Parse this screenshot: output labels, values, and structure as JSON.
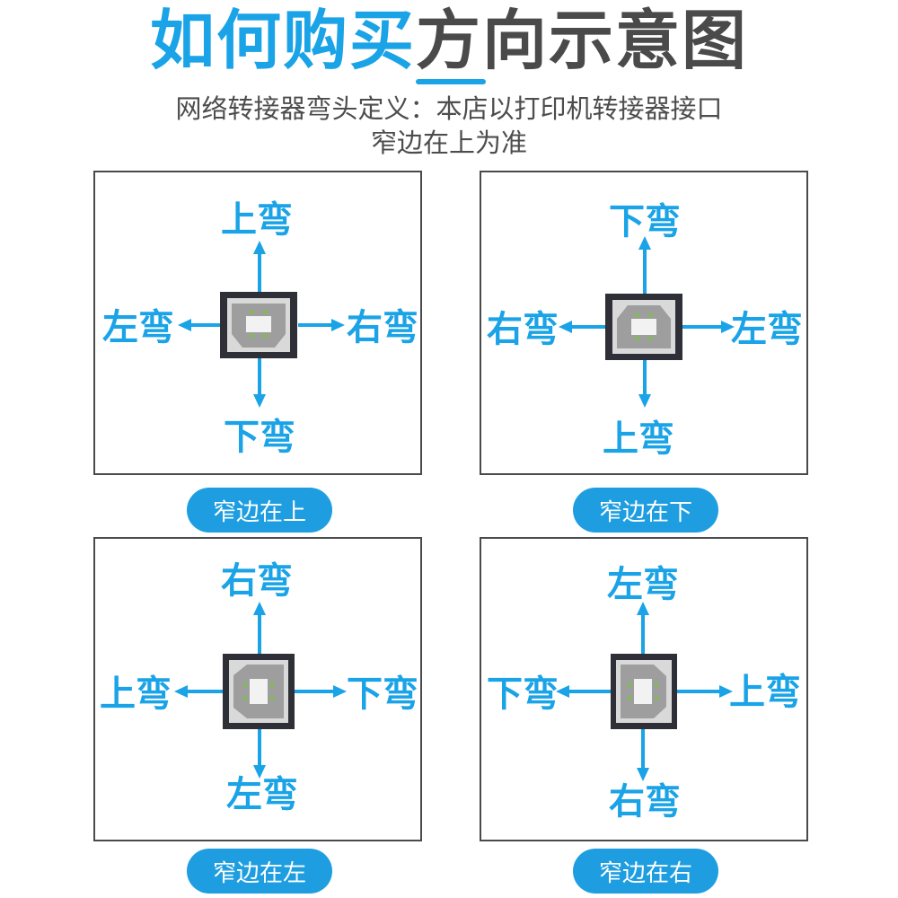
{
  "header": {
    "title_part1": "如何购买",
    "title_part2": "方向示意图",
    "description_line1": "网络转接器弯头定义：本店以打印机转接器接口",
    "description_line2": "窄边在上为准"
  },
  "colors": {
    "accent": "#1aa3e6",
    "title_gray": "#4a4a4a",
    "pill": "#1e9ee0"
  },
  "panels": [
    {
      "top": "上弯",
      "bottom": "下弯",
      "left": "左弯",
      "right": "右弯",
      "caption": "窄边在上"
    },
    {
      "top": "下弯",
      "bottom": "上弯",
      "left": "右弯",
      "right": "左弯",
      "caption": "窄边在下"
    },
    {
      "top": "右弯",
      "bottom": "左弯",
      "left": "上弯",
      "right": "下弯",
      "caption": "窄边在左"
    },
    {
      "top": "左弯",
      "bottom": "右弯",
      "left": "下弯",
      "right": "上弯",
      "caption": "窄边在右"
    }
  ]
}
